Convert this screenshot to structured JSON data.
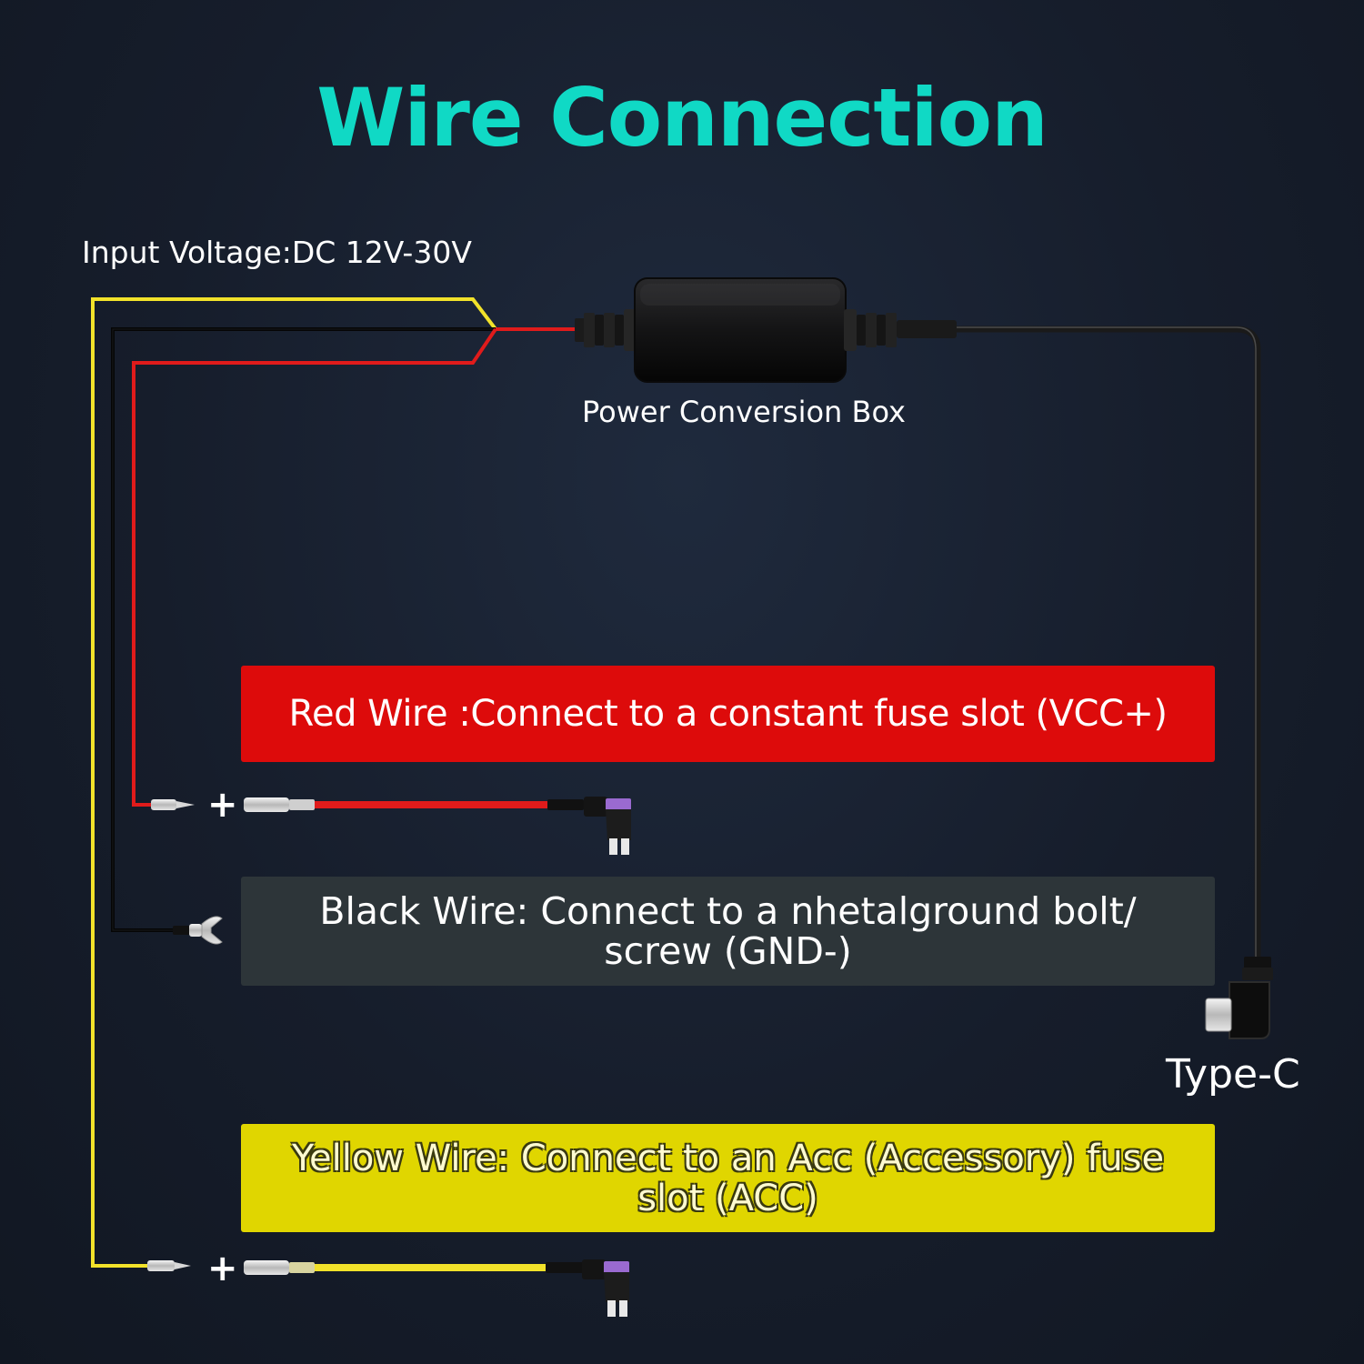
{
  "title": "Wire Connection",
  "input_voltage_label": "Input Voltage:DC 12V-30V",
  "power_box_label": "Power Conversion Box",
  "typec_label": "Type-C",
  "plus_sign": "+",
  "banners": {
    "red": "Red Wire :Connect to a constant fuse slot (VCC+)",
    "black": "Black Wire: Connect to a nhetalground bolt/ screw (GND-)",
    "yellow": "Yellow Wire: Connect to an Acc (Accessory) fuse slot (ACC)"
  },
  "colors": {
    "title": "#10d9c5",
    "red_wire": "#e01b1b",
    "yellow_wire": "#f2e22a",
    "black_wire": "#0a0a0a",
    "red_banner": "#dd0b0b",
    "black_banner": "#2d3539",
    "yellow_banner": "#e0d600"
  }
}
